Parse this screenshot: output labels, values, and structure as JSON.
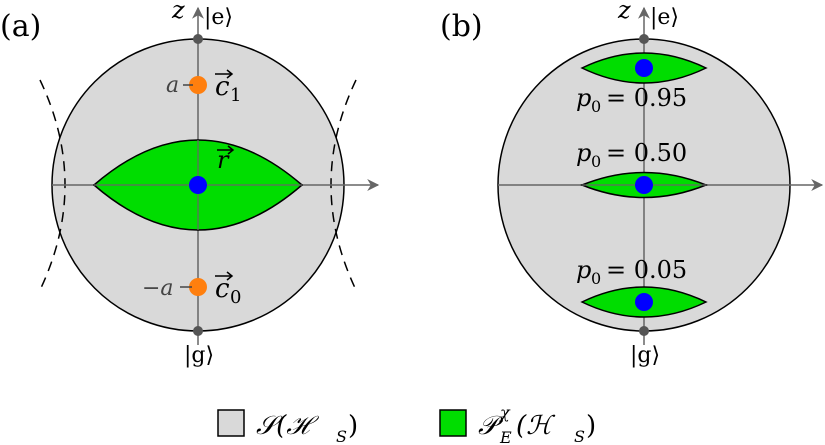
{
  "colors": {
    "disk_fill": "#d9d9d9",
    "lens_fill": "#00dd00",
    "center_point": "#0000ff",
    "charge_point": "#ff7f0e",
    "axis": "#666666",
    "outline": "#000000"
  },
  "panel_a": {
    "label": "(a)",
    "z_label": "z",
    "top_state": "|e⟩",
    "bottom_state": "|g⟩",
    "vec_r": "r",
    "vec_c1": "c",
    "c1_sub": "1",
    "c1_value": "a",
    "vec_c0": "c",
    "c0_sub": "0",
    "c0_value": "−a"
  },
  "panel_b": {
    "label": "(b)",
    "z_label": "z",
    "top_state": "|e⟩",
    "bottom_state": "|g⟩",
    "p_labels": [
      "p",
      "p",
      "p"
    ],
    "p_subs": [
      "0",
      "0",
      "0"
    ],
    "p_values": [
      "= 0.95",
      "= 0.50",
      "= 0.05"
    ]
  },
  "legend": {
    "state_space": "𝒮(ℋ",
    "state_space_sub": "S",
    "state_space_close": ")",
    "proj_space": "𝒫",
    "proj_super": "χ",
    "proj_sub": "E",
    "proj_arg": "(ℋ",
    "proj_arg_sub": "S",
    "proj_close": ")"
  }
}
